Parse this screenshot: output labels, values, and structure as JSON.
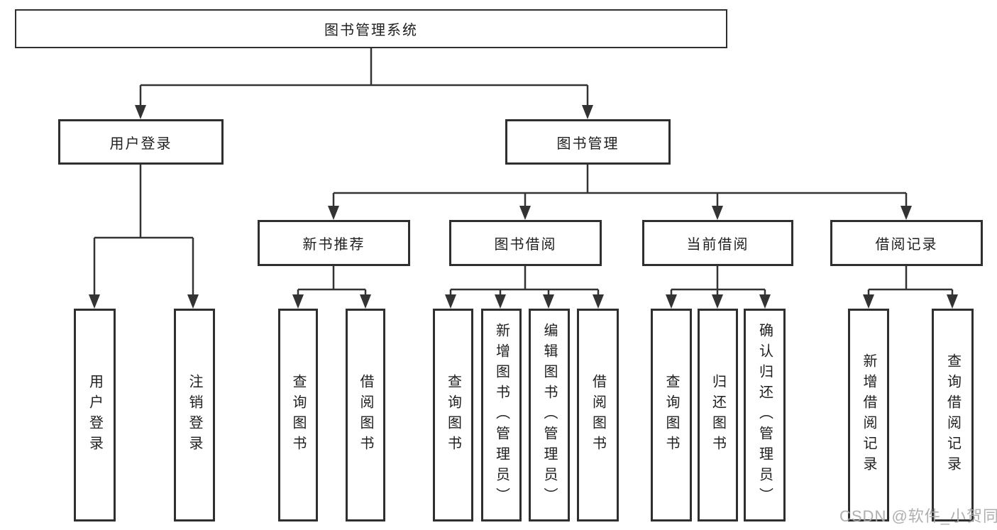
{
  "colors": {
    "background": "#ffffff",
    "line": "#333333",
    "box_border": "#2f2f2f",
    "text": "#1f1f1f",
    "watermark": "#a9a9a9"
  },
  "watermark": "CSDN @软件_小贺同学",
  "diagram": {
    "type": "tree",
    "root": {
      "label": "图书管理系统",
      "children": [
        {
          "label": "用户登录",
          "children": [
            {
              "label": "用户登录"
            },
            {
              "label": "注销登录"
            }
          ]
        },
        {
          "label": "图书管理",
          "children": [
            {
              "label": "新书推荐",
              "children": [
                {
                  "label": "查询图书"
                },
                {
                  "label": "借阅图书"
                }
              ]
            },
            {
              "label": "图书借阅",
              "children": [
                {
                  "label": "查询图书"
                },
                {
                  "label": "新增图书（管理员）"
                },
                {
                  "label": "编辑图书（管理员）"
                },
                {
                  "label": "借阅图书"
                }
              ]
            },
            {
              "label": "当前借阅",
              "children": [
                {
                  "label": "查询图书"
                },
                {
                  "label": "归还图书"
                },
                {
                  "label": "确认归还（管理员）"
                }
              ]
            },
            {
              "label": "借阅记录",
              "children": [
                {
                  "label": "新增借阅记录"
                },
                {
                  "label": "查询借阅记录"
                }
              ]
            }
          ]
        }
      ]
    }
  }
}
